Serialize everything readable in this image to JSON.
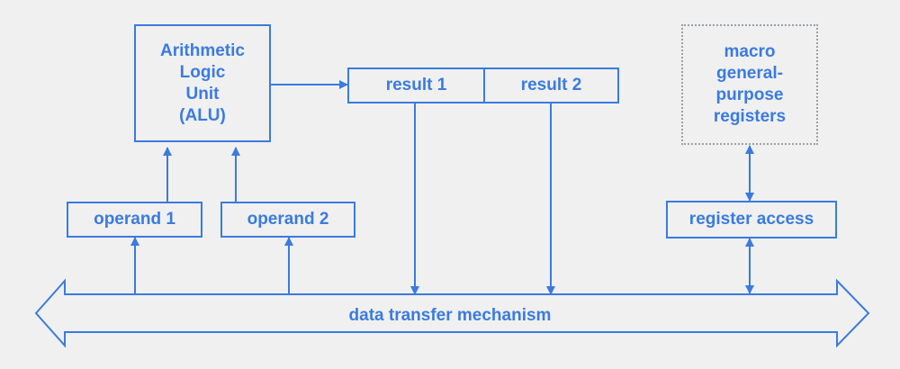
{
  "colors": {
    "accent": "#3a7be0",
    "background": "#f0f0f0",
    "dotted_border": "#9aa0a8"
  },
  "diagram": {
    "alu_label": "Arithmetic\nLogic\nUnit\n(ALU)",
    "result1_label": "result 1",
    "result2_label": "result 2",
    "registers_label": "macro\ngeneral-\npurpose\nregisters",
    "operand1_label": "operand 1",
    "operand2_label": "operand 2",
    "register_access_label": "register access",
    "bus_label": "data transfer mechanism"
  }
}
